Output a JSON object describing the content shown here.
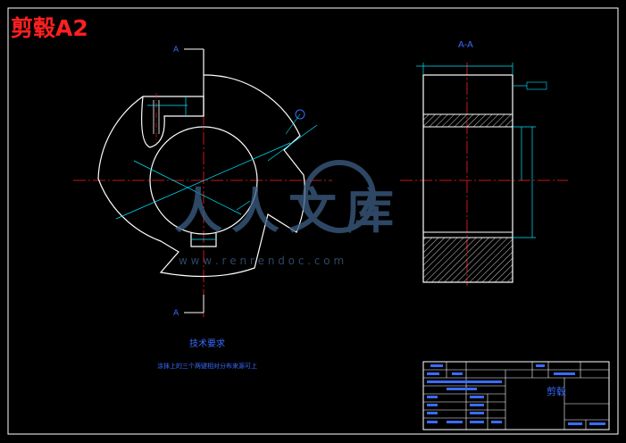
{
  "header": {
    "title": "剪毂A2"
  },
  "section_view": {
    "label": "A-A"
  },
  "markers": {
    "section_top": "A",
    "section_bottom": "A"
  },
  "technical_requirements": {
    "heading": "技术要求",
    "line": "涂抹上的三个两键相对分布来源可上"
  },
  "title_block": {
    "part_name": "剪毂"
  },
  "watermark": {
    "brand": "人人文库",
    "url": "w w w . r e n r e n d o c . c o m"
  },
  "colors": {
    "background": "#000000",
    "outline": "#ffffff",
    "centerline": "#ff2020",
    "dimension": "#00e5ff",
    "annotation": "#3a6bff",
    "title": "#ff2020",
    "watermark": "#3c5f86"
  }
}
